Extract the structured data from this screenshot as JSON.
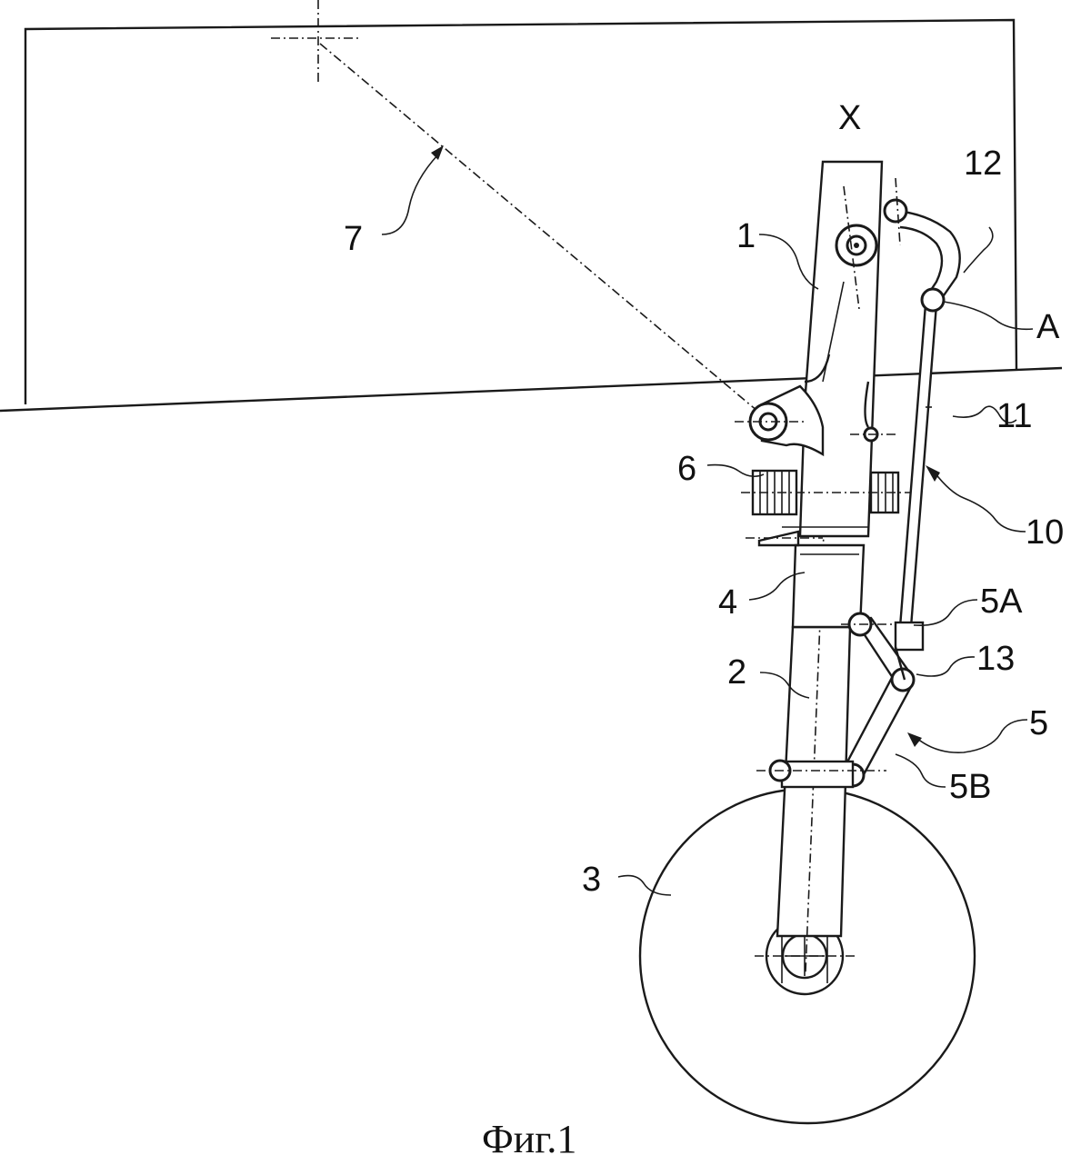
{
  "labels": {
    "x_axis": "X",
    "l1": "1",
    "l2": "2",
    "l3": "3",
    "l4": "4",
    "l5": "5",
    "l5a": "5A",
    "l5b": "5B",
    "l6": "6",
    "l7": "7",
    "l10": "10",
    "l11": "11",
    "l12": "12",
    "l13": "13",
    "la": "A"
  },
  "caption": "Фиг.1",
  "colors": {
    "ink": "#1a1a1a",
    "background": "#ffffff"
  }
}
